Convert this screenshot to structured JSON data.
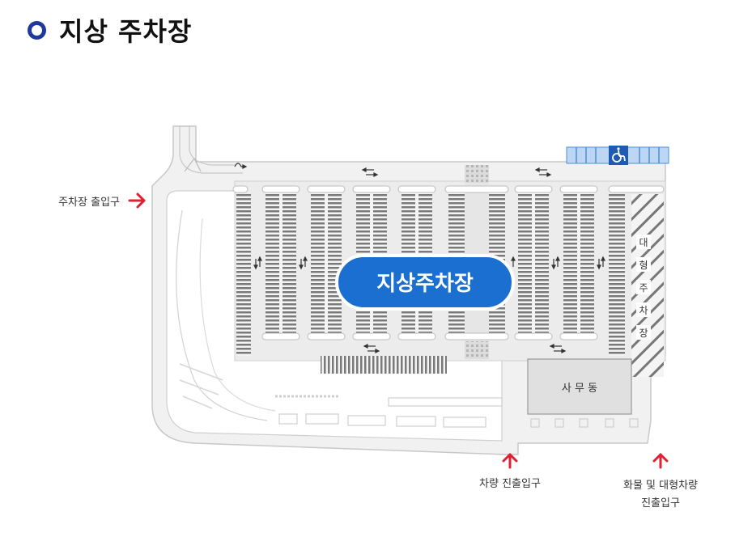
{
  "header": {
    "title": "지상 주차장"
  },
  "map": {
    "center_label": "지상주차장",
    "entrance_left": "주차장 출입구",
    "office": "사 무 동",
    "large_lot_chars": [
      "대",
      "형",
      "주",
      "차",
      "장"
    ],
    "vehicle_gate": "차량 진출입구",
    "cargo_gate_line1": "화물 및 대형차량",
    "cargo_gate_line2": "진출입구",
    "colors": {
      "accent": "#1a6fd1",
      "arrow": "#e02030",
      "road": "#eeeeee",
      "outline": "#c8c8c8",
      "stripes": "#7a7a7a",
      "handicap": "#4a90d9"
    }
  }
}
